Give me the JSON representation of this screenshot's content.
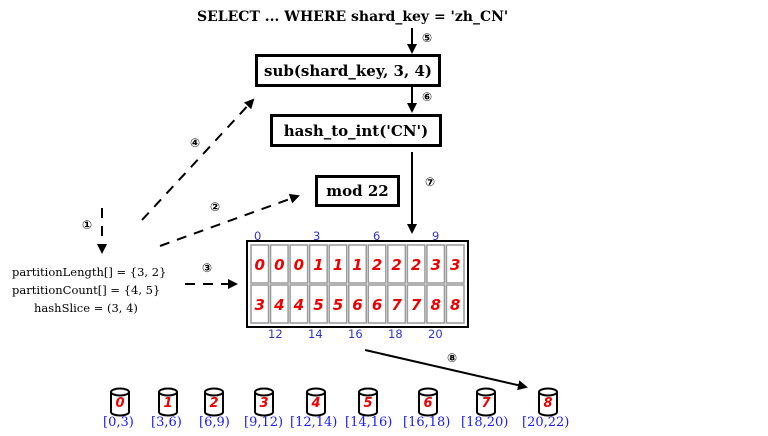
{
  "query": "SELECT ... WHERE shard_key = 'zh_CN'",
  "boxes": {
    "sub": "sub(shard_key, 3, 4)",
    "hash": "hash_to_int('CN')",
    "mod": "mod 22"
  },
  "params": [
    "partitionLength[] = {3, 2}",
    "partitionCount[] = {4, 5}",
    "hashSlice = (3, 4)"
  ],
  "steps": [
    "①",
    "②",
    "③",
    "④",
    "⑤",
    "⑥",
    "⑦",
    "⑧"
  ],
  "table": {
    "row1": [
      "0",
      "0",
      "0",
      "1",
      "1",
      "1",
      "2",
      "2",
      "2",
      "3",
      "3"
    ],
    "row2": [
      "3",
      "4",
      "4",
      "5",
      "5",
      "6",
      "6",
      "7",
      "7",
      "8",
      "8"
    ],
    "top_ticks": [
      "0",
      "3",
      "6",
      "9"
    ],
    "bottom_ticks": [
      "12",
      "14",
      "16",
      "18",
      "20"
    ]
  },
  "shards": {
    "ids": [
      "0",
      "1",
      "2",
      "3",
      "4",
      "5",
      "6",
      "7",
      "8"
    ],
    "ranges": [
      "[0,3)",
      "[3,6)",
      "[6,9)",
      "[9,12)",
      "[12,14)",
      "[14,16)",
      "[16,18)",
      "[18,20)",
      "[20,22)"
    ]
  },
  "colors": {
    "cell_digit": "#ee0000",
    "tick": "#3333cc",
    "range": "#1a1aff",
    "cell_gray": "#999999"
  }
}
